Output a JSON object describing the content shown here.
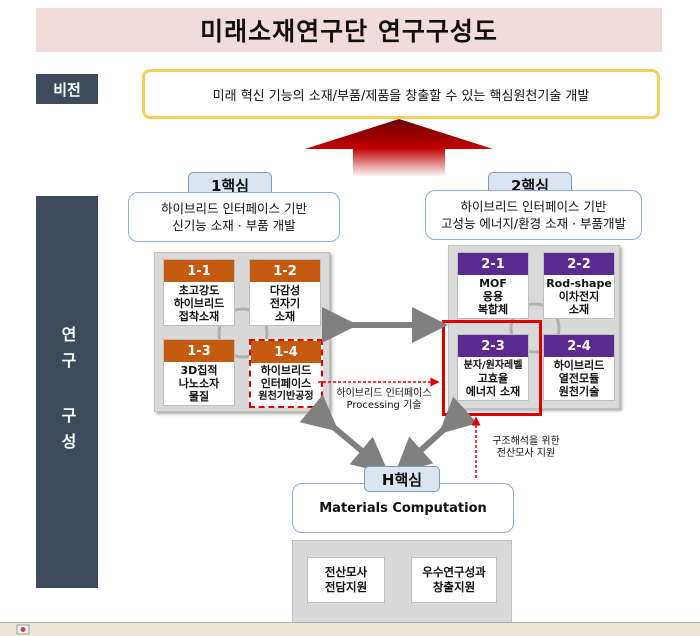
{
  "title": "미래소재연구단 연구구성도",
  "labels": {
    "vision": "비전",
    "research": "연구 구성"
  },
  "vision_text": "미래 혁신 기능의 소재/부품/제품을 창출할 수 있는 핵심원천기술 개발",
  "core1": {
    "title": "1핵심",
    "desc_line1": "하이브리드 인터페이스 기반",
    "desc_line2": "신기능 소재 · 부품 개발",
    "cells": [
      {
        "id": "1-1",
        "l1": "초고강도",
        "l2": "하이브리드",
        "l3": "접착소재"
      },
      {
        "id": "1-2",
        "l1": "다감성",
        "l2": "전자기",
        "l3": "소재"
      },
      {
        "id": "1-3",
        "l1": "3D집적",
        "l2": "나노소자",
        "l3": "물질"
      },
      {
        "id": "1-4",
        "l1": "하이브리드",
        "l2": "인터페이스",
        "l3": "원천기반공정"
      }
    ]
  },
  "core2": {
    "title": "2핵심",
    "desc_line1": "하이브리드 인터페이스 기반",
    "desc_line2": "고성능 에너지/환경 소재 · 부품개발",
    "cells": [
      {
        "id": "2-1",
        "l1": "MOF",
        "l2": "응용",
        "l3": "복합체"
      },
      {
        "id": "2-2",
        "l1": "Rod-shape",
        "l2": "이차전지",
        "l3": "소재"
      },
      {
        "id": "2-3",
        "l1": "분자/원자레벨",
        "l2": "고효율",
        "l3": "에너지 소재"
      },
      {
        "id": "2-4",
        "l1": "하이브리드",
        "l2": "열전모듈",
        "l3": "원천기술"
      }
    ]
  },
  "notes": {
    "processing_l1": "하이브리드 인터페이스",
    "processing_l2": "Processing 기술",
    "simulation_l1": "구조해석을 위한",
    "simulation_l2": "전산모사 지원"
  },
  "coreH": {
    "title": "H핵심",
    "desc": "Materials Computation",
    "sub1_l1": "전산모사",
    "sub1_l2": "전담지원",
    "sub2_l1": "우수연구성과",
    "sub2_l2": "창출지원"
  },
  "colors": {
    "orange": "#c55a11",
    "purple": "#5b2a90",
    "highlight": "#e00000",
    "sidebar": "#3d4a5c"
  }
}
